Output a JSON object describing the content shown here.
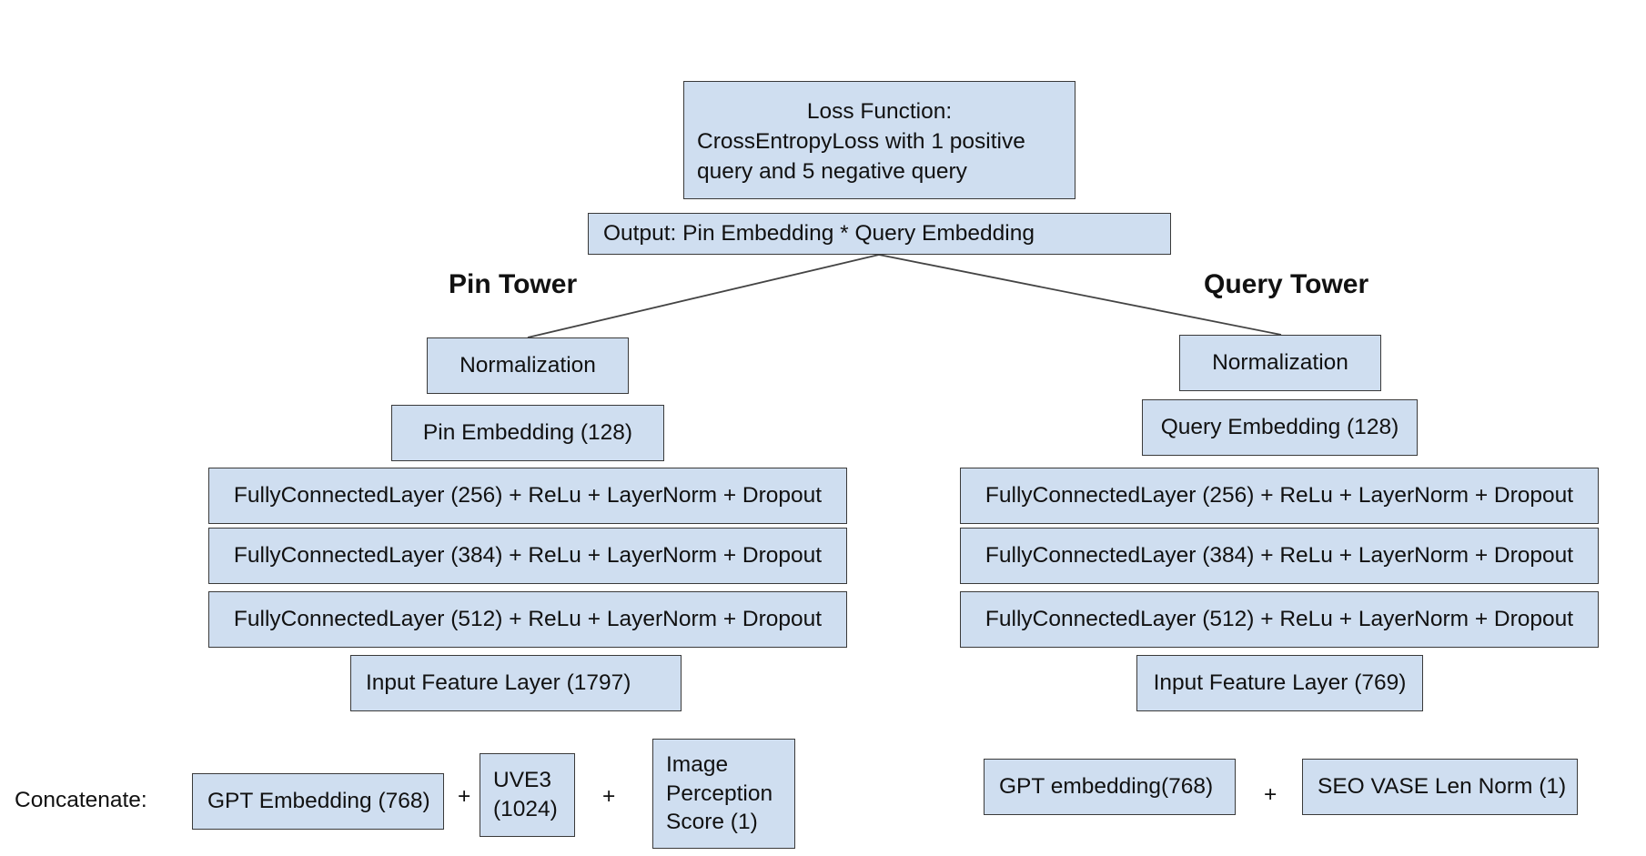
{
  "loss": {
    "line1": "Loss Function:",
    "line2": "CrossEntropyLoss with 1 positive",
    "line3": "query and 5 negative query"
  },
  "output_label": "Output: Pin Embedding * Query Embedding",
  "pin_tower": {
    "title": "Pin Tower",
    "normalization": "Normalization",
    "embedding": "Pin Embedding (128)",
    "fc_layers": [
      "FullyConnectedLayer (256) + ReLu + LayerNorm + Dropout",
      "FullyConnectedLayer (384) + ReLu + LayerNorm + Dropout",
      "FullyConnectedLayer (512) + ReLu + LayerNorm + Dropout"
    ],
    "input_layer": "Input Feature Layer (1797)",
    "inputs": [
      "GPT Embedding (768)",
      "UVE3\n(1024)",
      "Image\nPerception\nScore (1)"
    ]
  },
  "query_tower": {
    "title": "Query Tower",
    "normalization": "Normalization",
    "embedding": "Query Embedding (128)",
    "fc_layers": [
      "FullyConnectedLayer (256) + ReLu + LayerNorm + Dropout",
      "FullyConnectedLayer (384) + ReLu + LayerNorm + Dropout",
      "FullyConnectedLayer (512) + ReLu + LayerNorm + Dropout"
    ],
    "input_layer": "Input Feature Layer (769)",
    "inputs": [
      "GPT embedding(768)",
      "SEO VASE Len Norm (1)"
    ]
  },
  "concatenate_label": "Concatenate:",
  "plus_sign": "+",
  "colors": {
    "box_fill": "#cfdef0",
    "box_border": "#3a3a3a",
    "connector": "#444444"
  }
}
